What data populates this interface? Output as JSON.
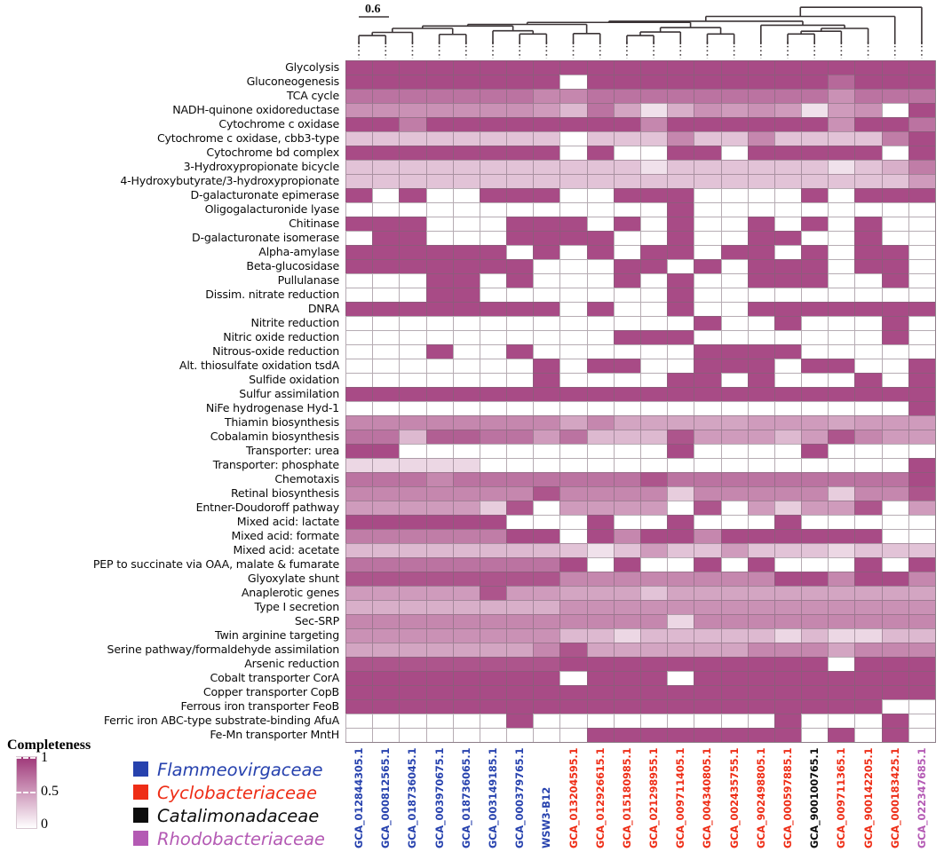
{
  "chart_data": {
    "type": "heatmap",
    "scale_bar_label": "0.6",
    "colorscale": {
      "low_color": "#ffffff",
      "high_color": "#9e3778",
      "min": 0,
      "max": 1
    },
    "rows": [
      "Glycolysis",
      "Gluconeogenesis",
      "TCA cycle",
      "NADH-quinone oxidoreductase",
      "Cytochrome c oxidase",
      "Cytochrome c oxidase, cbb3-type",
      "Cytochrome bd complex",
      "3-Hydroxypropionate bicycle",
      "4-Hydroxybutyrate/3-hydroxypropionate",
      "D-galacturonate epimerase",
      "Oligogalacturonide lyase",
      "Chitinase",
      "D-galacturonate isomerase",
      "Alpha-amylase",
      "Beta-glucosidase",
      "Pullulanase",
      "Dissim. nitrate reduction",
      "DNRA",
      "Nitrite reduction",
      "Nitric oxide reduction",
      "Nitrous-oxide reduction",
      "Alt. thiosulfate oxidation tsdA",
      "Sulfide oxidation",
      "Sulfur assimilation",
      "NiFe hydrogenase Hyd-1",
      "Thiamin biosynthesis",
      "Cobalamin biosynthesis",
      "Transporter: urea",
      "Transporter: phosphate",
      "Chemotaxis",
      "Retinal biosynthesis",
      "Entner-Doudoroff pathway",
      "Mixed acid: lactate",
      "Mixed acid: formate",
      "Mixed acid: acetate",
      "PEP to succinate via OAA, malate & fumarate",
      "Glyoxylate shunt",
      "Anaplerotic genes",
      "Type I secretion",
      "Sec-SRP",
      "Twin arginine targeting",
      "Serine pathway/formaldehyde assimilation",
      "Arsenic reduction",
      "Cobalt transporter CorA",
      "Copper transporter CopB",
      "Ferrous iron transporter FeoB",
      "Ferric iron ABC-type substrate-binding AfuA",
      "Fe-Mn transporter MntH"
    ],
    "columns": [
      {
        "label": "GCA_012844305.1",
        "family": "Flammeovirgaceae"
      },
      {
        "label": "GCA_000812565.1",
        "family": "Flammeovirgaceae"
      },
      {
        "label": "GCA_018736045.1",
        "family": "Flammeovirgaceae"
      },
      {
        "label": "GCA_003970675.1",
        "family": "Flammeovirgaceae"
      },
      {
        "label": "GCA_018736065.1",
        "family": "Flammeovirgaceae"
      },
      {
        "label": "GCA_003149185.1",
        "family": "Flammeovirgaceae"
      },
      {
        "label": "GCA_000379765.1",
        "family": "Flammeovirgaceae"
      },
      {
        "label": "WSW3-B12",
        "family": "Flammeovirgaceae"
      },
      {
        "label": "GCA_013204595.1",
        "family": "Cyclobacteriaceae"
      },
      {
        "label": "GCA_012926615.1",
        "family": "Cyclobacteriaceae"
      },
      {
        "label": "GCA_015180985.1",
        "family": "Cyclobacteriaceae"
      },
      {
        "label": "GCA_021298955.1",
        "family": "Cyclobacteriaceae"
      },
      {
        "label": "GCA_009711405.1",
        "family": "Cyclobacteriaceae"
      },
      {
        "label": "GCA_004340805.1",
        "family": "Cyclobacteriaceae"
      },
      {
        "label": "GCA_002435755.1",
        "family": "Cyclobacteriaceae"
      },
      {
        "label": "GCA_902498805.1",
        "family": "Cyclobacteriaceae"
      },
      {
        "label": "GCA_000597885.1",
        "family": "Cyclobacteriaceae"
      },
      {
        "label": "GCA_900100765.1",
        "family": "Catalimonadaceae"
      },
      {
        "label": "GCA_009711365.1",
        "family": "Cyclobacteriaceae"
      },
      {
        "label": "GCA_900142205.1",
        "family": "Cyclobacteriaceae"
      },
      {
        "label": "GCA_000183425.1",
        "family": "Cyclobacteriaceae"
      },
      {
        "label": "GCA_022347685.1",
        "family": "Rhodobacteriaceae"
      }
    ],
    "matrix": [
      [
        0.9,
        0.9,
        0.9,
        0.9,
        0.9,
        0.9,
        0.9,
        0.9,
        0.9,
        0.9,
        0.9,
        0.9,
        0.9,
        0.9,
        0.9,
        0.9,
        0.9,
        0.9,
        0.9,
        0.9,
        0.9,
        0.9
      ],
      [
        0.9,
        0.9,
        0.9,
        0.9,
        0.9,
        0.9,
        0.9,
        0.9,
        0,
        0.9,
        0.9,
        0.9,
        0.9,
        0.9,
        0.9,
        0.9,
        0.9,
        0.9,
        0.75,
        0.9,
        0.9,
        0.9
      ],
      [
        0.7,
        0.7,
        0.7,
        0.7,
        0.7,
        0.7,
        0.7,
        0.6,
        0.6,
        0.7,
        0.7,
        0.7,
        0.7,
        0.7,
        0.7,
        0.7,
        0.7,
        0.7,
        0.55,
        0.7,
        0.7,
        0.7
      ],
      [
        0.55,
        0.55,
        0.55,
        0.55,
        0.55,
        0.55,
        0.55,
        0.5,
        0.35,
        0.7,
        0.45,
        0.15,
        0.4,
        0.55,
        0.5,
        0.55,
        0.5,
        0.15,
        0.5,
        0.55,
        0,
        0.9
      ],
      [
        0.9,
        0.9,
        0.65,
        0.9,
        0.9,
        0.9,
        0.9,
        0.9,
        0.9,
        0.9,
        0.9,
        0.6,
        0.9,
        0.9,
        0.9,
        0.9,
        0.9,
        0.9,
        0.55,
        0.9,
        0.9,
        0.7
      ],
      [
        0.3,
        0.3,
        0.3,
        0.3,
        0.3,
        0.3,
        0.3,
        0.3,
        0,
        0.3,
        0.3,
        0.3,
        0.6,
        0.3,
        0.3,
        0.6,
        0.3,
        0.3,
        0.3,
        0.3,
        0.65,
        0.9
      ],
      [
        0.9,
        0.9,
        0.9,
        0.9,
        0.9,
        0.9,
        0.9,
        0.9,
        0,
        0.9,
        0,
        0,
        0.9,
        0.9,
        0,
        0.9,
        0.9,
        0.9,
        0.9,
        0.9,
        0,
        0.9
      ],
      [
        0.3,
        0.3,
        0.3,
        0.3,
        0.3,
        0.3,
        0.3,
        0.3,
        0.3,
        0.3,
        0.3,
        0.15,
        0.3,
        0.3,
        0.3,
        0.3,
        0.3,
        0.3,
        0.15,
        0.3,
        0.4,
        0.65
      ],
      [
        0.3,
        0.3,
        0.3,
        0.3,
        0.3,
        0.3,
        0.3,
        0.3,
        0.3,
        0.3,
        0.3,
        0.3,
        0.3,
        0.3,
        0.3,
        0.3,
        0.3,
        0.3,
        0.3,
        0.3,
        0.3,
        0.5
      ],
      [
        0.9,
        0,
        0.9,
        0,
        0,
        0.9,
        0.9,
        0.9,
        0,
        0,
        0.9,
        0.9,
        0.9,
        0,
        0,
        0,
        0,
        0.9,
        0,
        0.9,
        0.9,
        0.9
      ],
      [
        0,
        0,
        0,
        0,
        0,
        0,
        0,
        0,
        0,
        0,
        0,
        0,
        0.9,
        0,
        0,
        0,
        0,
        0,
        0,
        0,
        0,
        0
      ],
      [
        0.9,
        0.9,
        0.9,
        0,
        0,
        0,
        0.9,
        0.9,
        0.9,
        0,
        0.9,
        0,
        0.9,
        0,
        0,
        0.9,
        0,
        0.9,
        0,
        0.9,
        0,
        0
      ],
      [
        0,
        0.9,
        0.9,
        0,
        0,
        0,
        0.9,
        0.9,
        0.9,
        0.9,
        0,
        0,
        0.9,
        0,
        0,
        0.9,
        0.9,
        0,
        0,
        0.9,
        0,
        0
      ],
      [
        0.9,
        0.9,
        0.9,
        0.9,
        0.9,
        0.9,
        0,
        0.9,
        0,
        0.9,
        0,
        0.9,
        0.9,
        0,
        0.9,
        0.9,
        0,
        0.9,
        0,
        0.9,
        0.9,
        0
      ],
      [
        0.9,
        0.9,
        0.9,
        0.9,
        0.9,
        0.9,
        0.9,
        0,
        0,
        0,
        0.9,
        0.9,
        0,
        0.9,
        0,
        0.9,
        0.9,
        0.9,
        0,
        0.9,
        0.9,
        0
      ],
      [
        0,
        0,
        0,
        0.9,
        0.9,
        0,
        0.9,
        0,
        0,
        0,
        0.9,
        0,
        0.9,
        0,
        0,
        0.9,
        0.9,
        0.9,
        0,
        0,
        0.9,
        0
      ],
      [
        0,
        0,
        0,
        0.9,
        0.9,
        0,
        0,
        0,
        0,
        0,
        0,
        0,
        0.9,
        0,
        0,
        0,
        0,
        0,
        0,
        0,
        0,
        0
      ],
      [
        0.9,
        0.9,
        0.9,
        0.9,
        0.9,
        0.9,
        0.9,
        0.9,
        0,
        0.9,
        0,
        0,
        0.9,
        0,
        0,
        0.9,
        0.9,
        0.9,
        0.9,
        0.9,
        0.9,
        0.9
      ],
      [
        0,
        0,
        0,
        0,
        0,
        0,
        0,
        0,
        0,
        0,
        0,
        0,
        0,
        0.9,
        0,
        0,
        0.9,
        0,
        0,
        0,
        0.9,
        0
      ],
      [
        0,
        0,
        0,
        0,
        0,
        0,
        0,
        0,
        0,
        0,
        0.9,
        0.9,
        0.9,
        0,
        0,
        0,
        0,
        0,
        0,
        0,
        0.9,
        0
      ],
      [
        0,
        0,
        0,
        0.9,
        0,
        0,
        0.9,
        0,
        0,
        0,
        0,
        0,
        0,
        0.9,
        0.9,
        0.9,
        0.9,
        0,
        0,
        0,
        0,
        0
      ],
      [
        0,
        0,
        0,
        0,
        0,
        0,
        0,
        0.9,
        0,
        0.9,
        0.9,
        0,
        0,
        0.9,
        0.9,
        0.9,
        0,
        0.9,
        0.9,
        0,
        0,
        0.9
      ],
      [
        0,
        0,
        0,
        0,
        0,
        0,
        0,
        0.9,
        0,
        0,
        0,
        0,
        0.9,
        0.9,
        0,
        0.9,
        0,
        0,
        0,
        0.9,
        0,
        0.9
      ],
      [
        0.9,
        0.9,
        0.9,
        0.9,
        0.9,
        0.9,
        0.9,
        0.9,
        0.9,
        0.9,
        0.9,
        0.9,
        0.9,
        0.9,
        0.9,
        0.9,
        0.9,
        0.9,
        0.9,
        0.9,
        0.9,
        0.9
      ],
      [
        0,
        0,
        0,
        0,
        0,
        0,
        0,
        0,
        0,
        0,
        0,
        0,
        0,
        0,
        0,
        0,
        0,
        0,
        0,
        0,
        0,
        0.9
      ],
      [
        0.6,
        0.6,
        0.6,
        0.6,
        0.6,
        0.6,
        0.6,
        0.6,
        0.45,
        0.6,
        0.45,
        0.45,
        0.45,
        0.45,
        0.45,
        0.5,
        0.5,
        0.5,
        0.45,
        0.5,
        0.5,
        0.5
      ],
      [
        0.7,
        0.7,
        0.35,
        0.8,
        0.8,
        0.7,
        0.7,
        0.5,
        0.7,
        0.35,
        0.35,
        0.35,
        0.85,
        0.5,
        0.5,
        0.5,
        0.35,
        0.5,
        0.85,
        0.6,
        0.5,
        0.5
      ],
      [
        0.9,
        0.9,
        0,
        0,
        0,
        0,
        0,
        0,
        0,
        0,
        0,
        0,
        0.9,
        0,
        0,
        0,
        0,
        0.9,
        0,
        0,
        0,
        0
      ],
      [
        0.2,
        0.2,
        0.2,
        0.2,
        0.2,
        0,
        0,
        0,
        0,
        0,
        0,
        0,
        0,
        0,
        0,
        0,
        0,
        0,
        0,
        0,
        0,
        0.9
      ],
      [
        0.7,
        0.7,
        0.7,
        0.6,
        0.7,
        0.7,
        0.7,
        0.7,
        0.7,
        0.7,
        0.7,
        0.85,
        0.7,
        0.7,
        0.7,
        0.7,
        0.7,
        0.7,
        0.7,
        0.7,
        0.7,
        0.9
      ],
      [
        0.6,
        0.6,
        0.6,
        0.6,
        0.6,
        0.6,
        0.6,
        0.85,
        0.6,
        0.6,
        0.6,
        0.6,
        0.25,
        0.6,
        0.6,
        0.6,
        0.6,
        0.6,
        0.25,
        0.6,
        0.6,
        0.85
      ],
      [
        0.5,
        0.5,
        0.5,
        0.5,
        0.5,
        0.25,
        0.85,
        0,
        0.5,
        0.5,
        0.5,
        0.5,
        0,
        0.85,
        0,
        0.5,
        0.25,
        0.5,
        0.5,
        0.85,
        0,
        0.5
      ],
      [
        0.9,
        0.9,
        0.9,
        0.9,
        0.9,
        0.9,
        0,
        0,
        0,
        0.9,
        0,
        0,
        0.9,
        0,
        0,
        0,
        0.9,
        0,
        0,
        0,
        0,
        0
      ],
      [
        0.65,
        0.65,
        0.65,
        0.65,
        0.65,
        0.65,
        0.9,
        0.9,
        0,
        0.9,
        0.6,
        0.9,
        0.9,
        0.6,
        0.9,
        0.9,
        0.9,
        0.9,
        0.9,
        0.9,
        0,
        0
      ],
      [
        0.35,
        0.35,
        0.35,
        0.35,
        0.35,
        0.35,
        0.35,
        0.35,
        0.3,
        0.15,
        0.3,
        0.5,
        0.3,
        0.3,
        0.5,
        0.3,
        0.3,
        0.3,
        0.2,
        0.3,
        0.3,
        0.3
      ],
      [
        0.7,
        0.7,
        0.7,
        0.7,
        0.7,
        0.7,
        0.7,
        0.7,
        0.9,
        0,
        0.9,
        0,
        0,
        0.9,
        0,
        0.9,
        0,
        0,
        0,
        0.9,
        0,
        0.9
      ],
      [
        0.85,
        0.85,
        0.85,
        0.85,
        0.85,
        0.85,
        0.85,
        0.85,
        0.6,
        0.6,
        0.6,
        0.6,
        0.6,
        0.6,
        0.6,
        0.6,
        0.9,
        0.9,
        0.6,
        0.9,
        0.9,
        0.6
      ],
      [
        0.5,
        0.5,
        0.5,
        0.5,
        0.5,
        0.85,
        0.5,
        0.5,
        0.45,
        0.45,
        0.45,
        0.3,
        0.45,
        0.45,
        0.45,
        0.45,
        0.45,
        0.45,
        0.45,
        0.45,
        0.45,
        0.45
      ],
      [
        0.4,
        0.4,
        0.4,
        0.4,
        0.4,
        0.4,
        0.4,
        0.4,
        0.55,
        0.55,
        0.55,
        0.55,
        0.55,
        0.55,
        0.55,
        0.55,
        0.55,
        0.55,
        0.55,
        0.55,
        0.55,
        0.55
      ],
      [
        0.6,
        0.6,
        0.6,
        0.6,
        0.6,
        0.6,
        0.6,
        0.6,
        0.6,
        0.6,
        0.6,
        0.6,
        0.2,
        0.6,
        0.6,
        0.6,
        0.6,
        0.6,
        0.6,
        0.6,
        0.6,
        0.6
      ],
      [
        0.55,
        0.55,
        0.55,
        0.55,
        0.55,
        0.55,
        0.55,
        0.55,
        0.35,
        0.35,
        0.2,
        0.35,
        0.35,
        0.35,
        0.35,
        0.35,
        0.2,
        0.35,
        0.2,
        0.2,
        0.35,
        0.35
      ],
      [
        0.45,
        0.45,
        0.45,
        0.45,
        0.45,
        0.45,
        0.45,
        0.6,
        0.85,
        0.45,
        0.45,
        0.45,
        0.45,
        0.45,
        0.45,
        0.6,
        0.6,
        0.6,
        0.45,
        0.6,
        0.6,
        0.6
      ],
      [
        0.85,
        0.85,
        0.85,
        0.85,
        0.85,
        0.85,
        0.85,
        0.85,
        0.9,
        0.9,
        0.9,
        0.9,
        0.9,
        0.9,
        0.9,
        0.9,
        0.9,
        0.9,
        0,
        0.9,
        0.9,
        0.9
      ],
      [
        0.9,
        0.9,
        0.9,
        0.9,
        0.9,
        0.9,
        0.9,
        0.9,
        0,
        0.9,
        0.9,
        0.9,
        0,
        0.9,
        0.9,
        0.9,
        0.9,
        0.9,
        0.9,
        0.9,
        0.9,
        0.9
      ],
      [
        0.9,
        0.9,
        0.9,
        0.9,
        0.9,
        0.9,
        0.9,
        0.9,
        0.9,
        0.9,
        0.9,
        0.9,
        0.9,
        0.9,
        0.9,
        0.9,
        0.9,
        0.9,
        0.9,
        0.9,
        0.9,
        0.9
      ],
      [
        0.9,
        0.9,
        0.9,
        0.9,
        0.9,
        0.9,
        0.9,
        0.9,
        0.9,
        0.9,
        0.9,
        0.9,
        0.9,
        0.9,
        0.9,
        0.9,
        0.9,
        0.9,
        0.9,
        0.9,
        0,
        0
      ],
      [
        0,
        0,
        0,
        0,
        0,
        0,
        0.9,
        0,
        0,
        0,
        0,
        0,
        0,
        0,
        0,
        0,
        0.9,
        0,
        0,
        0,
        0.9,
        0
      ],
      [
        0,
        0,
        0,
        0,
        0,
        0,
        0,
        0,
        0,
        0.9,
        0.9,
        0.9,
        0.9,
        0.9,
        0.9,
        0.9,
        0.9,
        0,
        0.9,
        0,
        0.9,
        0
      ]
    ],
    "dendrogram": {
      "merges": [
        [
          0,
          1,
          0.22
        ],
        [
          22,
          2,
          0.3
        ],
        [
          3,
          4,
          0.25
        ],
        [
          23,
          24,
          0.4
        ],
        [
          6,
          7,
          0.26
        ],
        [
          5,
          26,
          0.34
        ],
        [
          25,
          27,
          0.46
        ],
        [
          8,
          9,
          0.27
        ],
        [
          28,
          29,
          0.5
        ],
        [
          10,
          11,
          0.22
        ],
        [
          31,
          12,
          0.31
        ],
        [
          13,
          14,
          0.26
        ],
        [
          32,
          33,
          0.42
        ],
        [
          30,
          34,
          0.55
        ],
        [
          16,
          17,
          0.26
        ],
        [
          36,
          18,
          0.33
        ],
        [
          37,
          19,
          0.4
        ],
        [
          15,
          38,
          0.48
        ],
        [
          35,
          39,
          0.58
        ],
        [
          40,
          20,
          0.7
        ],
        [
          41,
          21,
          0.93
        ]
      ]
    },
    "legend_position": "bottom-left",
    "grid": true
  },
  "legend": {
    "completeness": {
      "title": "Completeness",
      "ticks": [
        "1",
        "0.5",
        "0"
      ]
    },
    "families": [
      {
        "name": "Flammeovirgaceae",
        "color": "#2742ae"
      },
      {
        "name": "Cyclobacteriaceae",
        "color": "#ee2d16"
      },
      {
        "name": "Catalimonadaceae",
        "color": "#0d0d0d"
      },
      {
        "name": "Rhodobacteriaceae",
        "color": "#b45ab4"
      }
    ]
  },
  "label_colors": {
    "Flammeovirgaceae": "#2742ae",
    "Cyclobacteriaceae": "#ee2d16",
    "Catalimonadaceae": "#0d0d0d",
    "Rhodobacteriaceae": "#b45ab4"
  }
}
